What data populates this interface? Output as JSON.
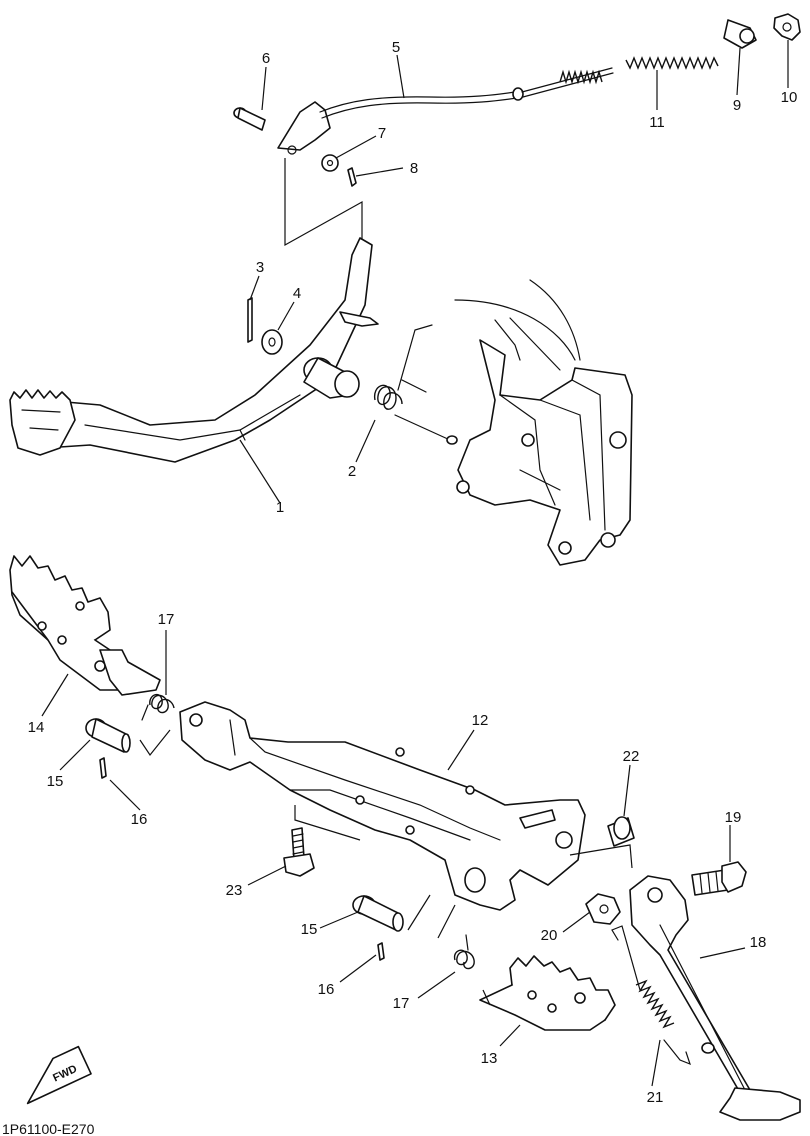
{
  "callouts": [
    {
      "id": "1",
      "label": "1"
    },
    {
      "id": "2",
      "label": "2"
    },
    {
      "id": "3",
      "label": "3"
    },
    {
      "id": "4",
      "label": "4"
    },
    {
      "id": "5",
      "label": "5"
    },
    {
      "id": "6",
      "label": "6"
    },
    {
      "id": "7",
      "label": "7"
    },
    {
      "id": "8",
      "label": "8"
    },
    {
      "id": "9",
      "label": "9"
    },
    {
      "id": "10",
      "label": "10"
    },
    {
      "id": "11",
      "label": "11"
    },
    {
      "id": "12",
      "label": "12"
    },
    {
      "id": "13",
      "label": "13"
    },
    {
      "id": "14",
      "label": "14"
    },
    {
      "id": "15a",
      "label": "15"
    },
    {
      "id": "15b",
      "label": "15"
    },
    {
      "id": "16a",
      "label": "16"
    },
    {
      "id": "16b",
      "label": "16"
    },
    {
      "id": "17a",
      "label": "17"
    },
    {
      "id": "17b",
      "label": "17"
    },
    {
      "id": "18",
      "label": "18"
    },
    {
      "id": "19",
      "label": "19"
    },
    {
      "id": "20",
      "label": "20"
    },
    {
      "id": "21",
      "label": "21"
    },
    {
      "id": "22",
      "label": "22"
    },
    {
      "id": "23",
      "label": "23"
    }
  ],
  "direction_badge": "FWD",
  "diagram_code": "1P61100-E270"
}
